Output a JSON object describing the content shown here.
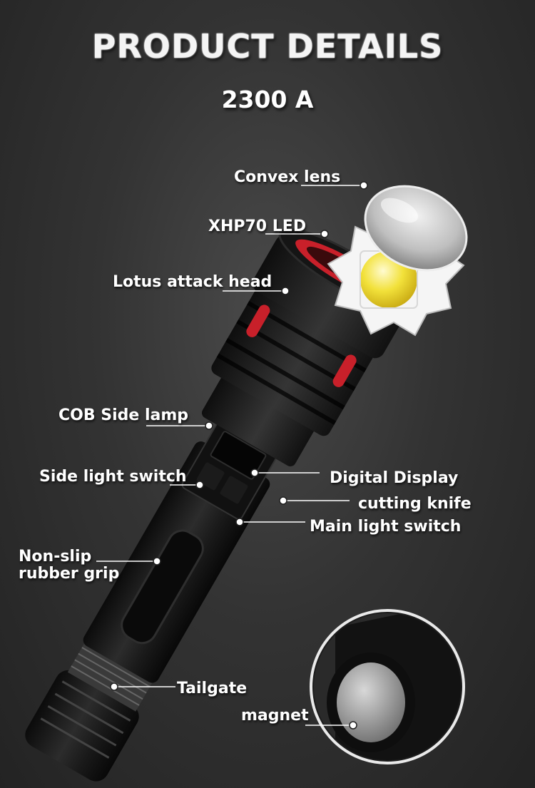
{
  "header": {
    "title": "PRODUCT DETAILS",
    "subtitle": "2300 A"
  },
  "labels": {
    "convex_lens": "Convex lens",
    "xhp70_led": "XHP70 LED",
    "lotus_attack_head": "Lotus attack head",
    "cob_side_lamp": "COB Side lamp",
    "side_light_switch": "Side light switch",
    "digital_display": "Digital Display",
    "cutting_knife": "cutting knife",
    "main_light_switch": "Main light switch",
    "non_slip_line1": "Non-slip",
    "non_slip_line2": "rubber grip",
    "tailgate": "Tailgate",
    "magnet": "magnet"
  },
  "colors": {
    "accent_red": "#c8202a",
    "led_yellow": "#f2e13a",
    "body_dark": "#151515"
  }
}
